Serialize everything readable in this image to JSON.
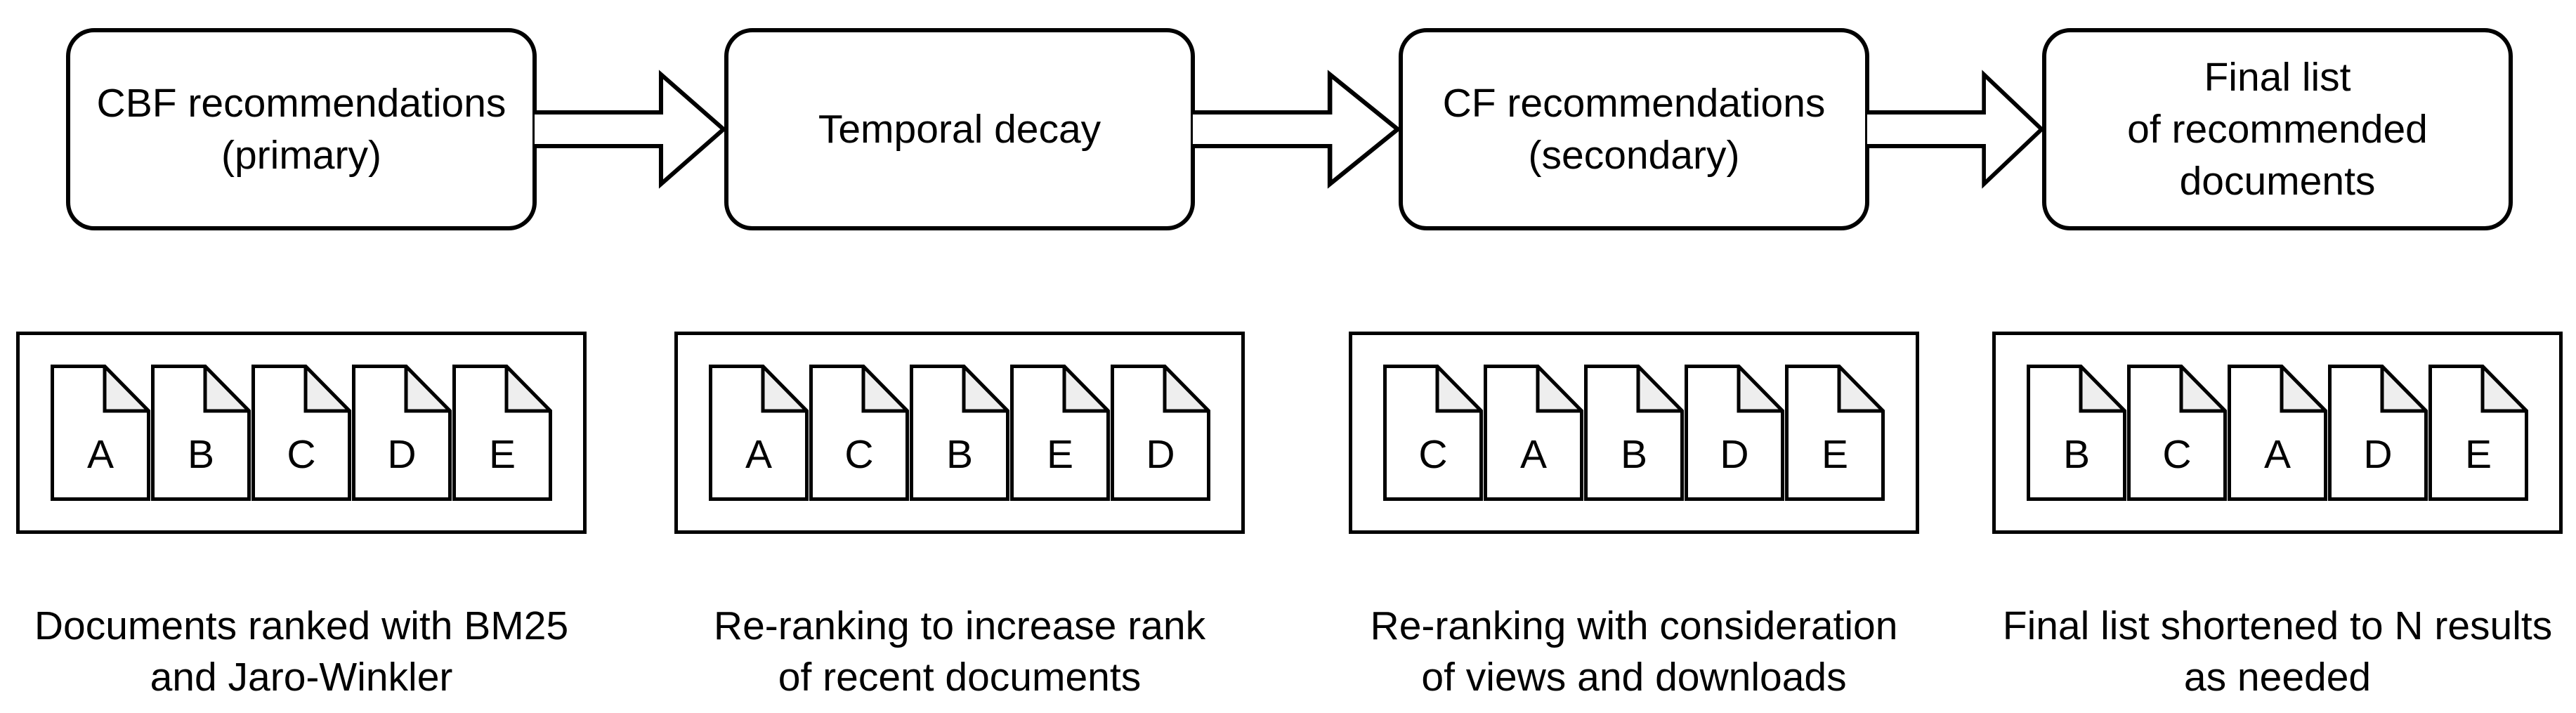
{
  "colors": {
    "stroke": "#000000",
    "background": "#ffffff",
    "fold_fill": "#eeeeee",
    "text": "#000000"
  },
  "stages": [
    {
      "label": "CBF recommendations\n(primary)"
    },
    {
      "label": "Temporal decay"
    },
    {
      "label": "CF recommendations\n(secondary)"
    },
    {
      "label": "Final list\nof recommended\ndocuments"
    }
  ],
  "groups": [
    {
      "docs": [
        "A",
        "B",
        "C",
        "D",
        "E"
      ],
      "caption": "Documents ranked with BM25\nand Jaro-Winkler"
    },
    {
      "docs": [
        "A",
        "C",
        "B",
        "E",
        "D"
      ],
      "caption": "Re-ranking to increase rank\nof recent documents"
    },
    {
      "docs": [
        "C",
        "A",
        "B",
        "D",
        "E"
      ],
      "caption": "Re-ranking with consideration\nof views and downloads"
    },
    {
      "docs": [
        "B",
        "C",
        "A",
        "D",
        "E"
      ],
      "caption": "Final list shortened to N results\nas needed"
    }
  ]
}
